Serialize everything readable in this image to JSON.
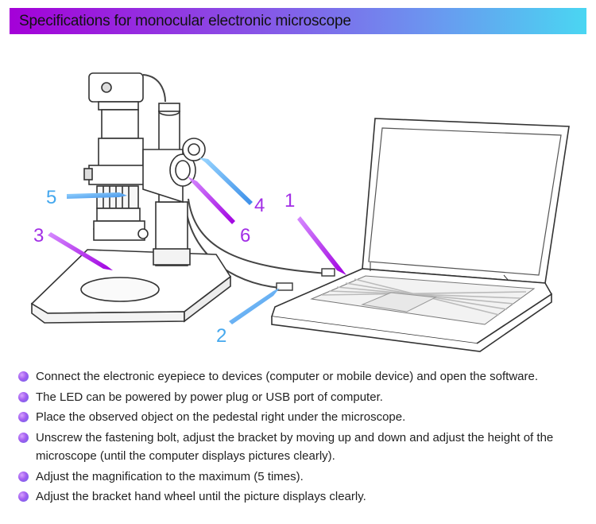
{
  "header": {
    "title": "Specifications for monocular electronic microscope"
  },
  "callouts": [
    {
      "label": "1",
      "color": "#a22ee6"
    },
    {
      "label": "2",
      "color": "#45a8ee"
    },
    {
      "label": "3",
      "color": "#a22ee6"
    },
    {
      "label": "4",
      "color": "#a22ee6"
    },
    {
      "label": "5",
      "color": "#45a8ee"
    },
    {
      "label": "6",
      "color": "#a22ee6"
    }
  ],
  "bullets": [
    "Connect the electronic eyepiece to devices (computer or mobile device) and open the software.",
    "The LED can be powered by power plug or USB port of computer.",
    "Place the observed object on the pedestal right under the microscope.",
    "Unscrew the fastening bolt, adjust the bracket by moving up and down and adjust the height of the microscope (until the computer displays pictures clearly).",
    "Adjust the magnification to the maximum (5 times).",
    "Adjust the bracket hand wheel until the picture displays clearly."
  ]
}
